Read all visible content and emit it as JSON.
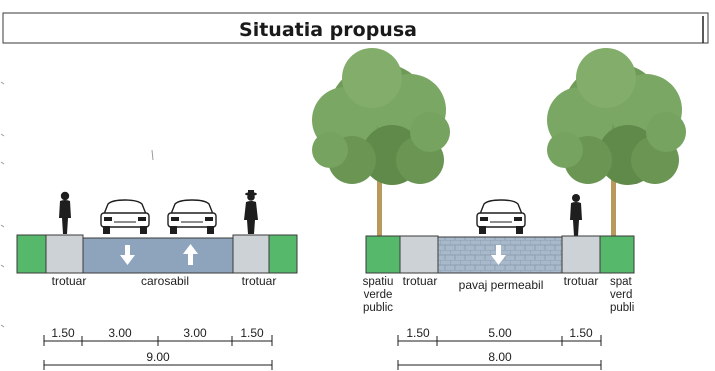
{
  "title": "Situatia propusa",
  "left_section": {
    "labels": {
      "sidewalk_left": "trotuar",
      "carriageway": "carosabil",
      "sidewalk_right": "trotuar"
    },
    "dimensions": [
      "1.50",
      "3.00",
      "3.00",
      "1.50"
    ],
    "total": "9.00"
  },
  "right_section": {
    "labels": {
      "green_left_1": "spatiu",
      "green_left_2": "verde",
      "green_left_3": "public",
      "sidewalk_left": "trotuar",
      "pavement": "pavaj permeabil",
      "sidewalk_right": "trotuar",
      "green_right_1": "spat",
      "green_right_2": "verd",
      "green_right_3": "publi"
    },
    "dimensions": [
      "1.50",
      "5.00",
      "1.50"
    ],
    "total": "8.00"
  },
  "colors": {
    "green_strip": "#55b86a",
    "sidewalk": "#cdd2d6",
    "carriageway": "#8da4bc",
    "permeable_pavement": "#a9b9cc",
    "foliage": "#6f9a58",
    "trunk": "#b99a5c"
  }
}
